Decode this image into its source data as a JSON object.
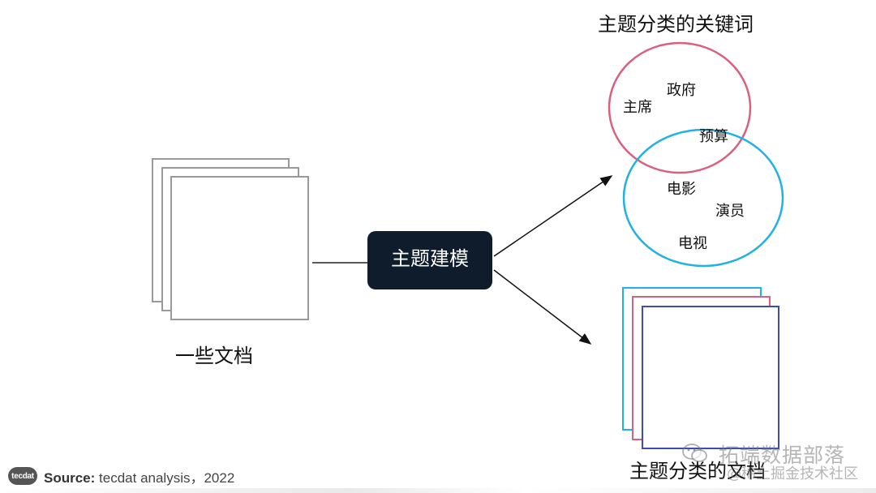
{
  "left_stack": {
    "label": "一些文档"
  },
  "center_box": {
    "label": "主题建模"
  },
  "venn": {
    "title": "主题分类的关键词",
    "top_circle_words": [
      "主席",
      "政府"
    ],
    "overlap_word": "预算",
    "bottom_circle_words": [
      "电影",
      "演员",
      "电视"
    ],
    "colors": {
      "top": "#d9607e",
      "bottom": "#21b1e3"
    }
  },
  "right_stack": {
    "label": "主题分类的文档",
    "colors": {
      "back": "#21b1e3",
      "middle": "#d9607e",
      "front": "#3b4db5"
    }
  },
  "footer": {
    "logo_text": "tecdat",
    "source_label": "Source:",
    "source_text": "tecdat analysis，2022"
  },
  "watermark": {
    "main": "拓端数据部落",
    "sub": "@稀土掘金技术社区"
  }
}
